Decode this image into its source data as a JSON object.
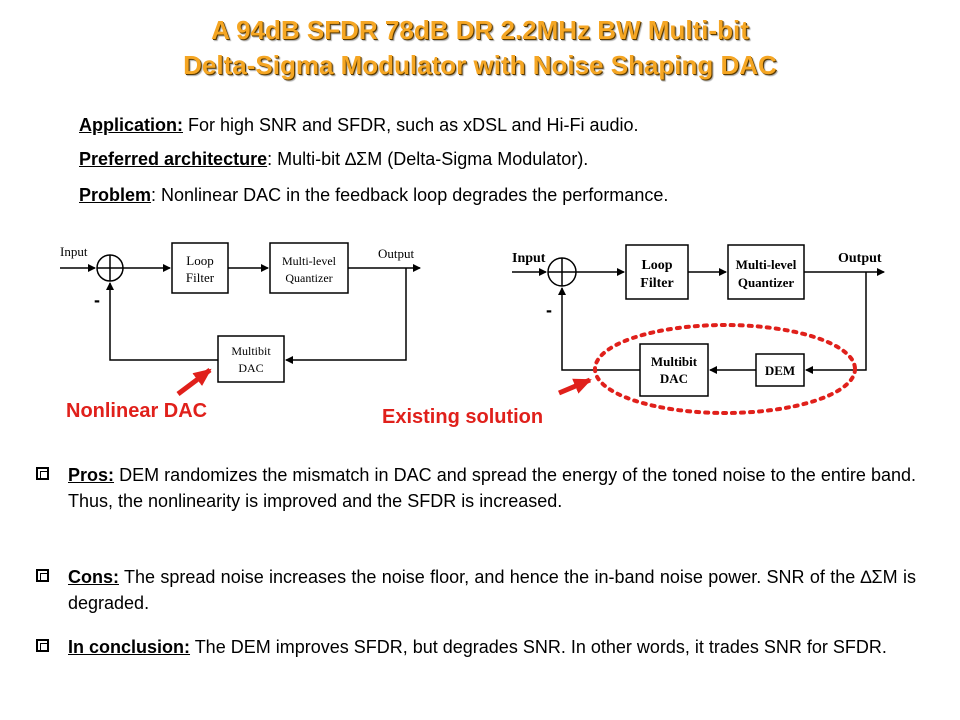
{
  "title": {
    "line1": "A 94dB SFDR 78dB DR 2.2MHz BW Multi-bit",
    "line2": "Delta-Sigma Modulator with Noise Shaping DAC"
  },
  "intro": {
    "application_label": "Application:",
    "application_text": " For high SNR and SFDR, such as xDSL and Hi-Fi audio.",
    "architecture_label": "Preferred architecture",
    "architecture_text": ": Multi-bit ∆ΣM (Delta-Sigma Modulator).",
    "problem_label": "Problem",
    "problem_text": ": Nonlinear DAC in the feedback loop degrades the performance."
  },
  "diagram_left": {
    "input": "Input",
    "output": "Output",
    "minus": "-",
    "loop_filter": [
      "Loop",
      "Filter"
    ],
    "quantizer": [
      "Multi-level",
      "Quantizer"
    ],
    "dac": [
      "Multibit",
      "DAC"
    ],
    "caption": "Nonlinear DAC"
  },
  "diagram_right": {
    "input": "Input",
    "output": "Output",
    "minus": "-",
    "loop_filter": [
      "Loop",
      "Filter"
    ],
    "quantizer": [
      "Multi-level",
      "Quantizer"
    ],
    "dac": [
      "Multibit",
      "DAC"
    ],
    "dem": "DEM",
    "caption": "Existing solution"
  },
  "bullets": {
    "pros_label": "Pros:",
    "pros_text": " DEM randomizes the mismatch in DAC and spread the energy of the toned noise to the entire band. Thus, the nonlinearity is improved and the SFDR is increased.",
    "cons_label": "Cons:",
    "cons_text": " The spread noise increases the noise floor, and hence the in-band noise power. SNR of the ∆ΣM is degraded.",
    "conclusion_label": "In conclusion:",
    "conclusion_text": " The DEM improves SFDR, but degrades SNR. In other words, it trades SNR for SFDR."
  },
  "colors": {
    "title": "#f5a623",
    "accent_red": "#e0201b"
  }
}
